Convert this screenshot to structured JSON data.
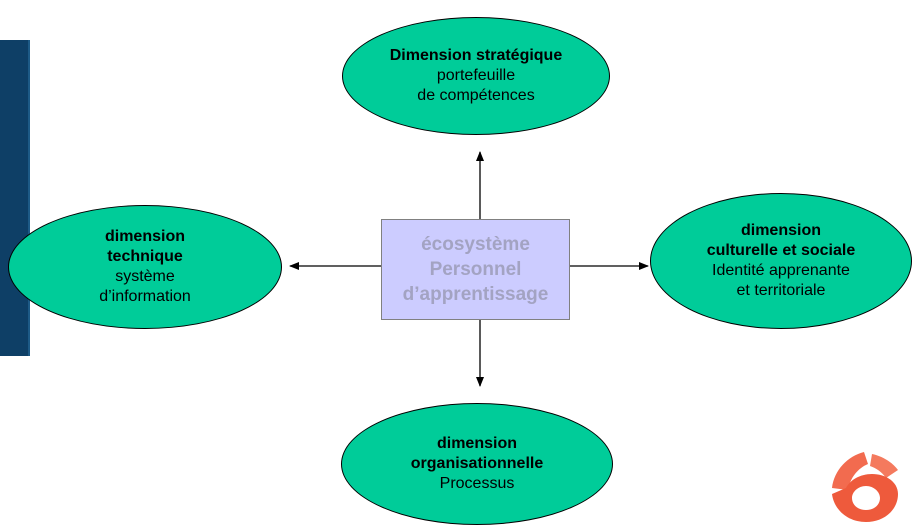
{
  "center": {
    "line1": "écosystème",
    "line2": "Personnel",
    "line3": "d’apprentissage"
  },
  "top": {
    "title": "Dimension stratégique",
    "line1": "portefeuille",
    "line2": "de compétences"
  },
  "left": {
    "title1": "dimension",
    "title2": "technique",
    "line1": "système",
    "line2": "d’information"
  },
  "right": {
    "title1": "dimension",
    "title2": "culturelle et sociale",
    "line1": "Identité apprenante",
    "line2": "et territoriale"
  },
  "bottom": {
    "title1": "dimension",
    "title2": "organisationnelle",
    "line1": "Processus"
  },
  "colors": {
    "ellipse_fill": "#00cc99",
    "center_fill": "#ccccff",
    "center_text": "#a3a3c2",
    "sidebar": "#0e3f66",
    "logo": "#f26b4f"
  },
  "icons": {
    "logo": "logo-icon"
  }
}
